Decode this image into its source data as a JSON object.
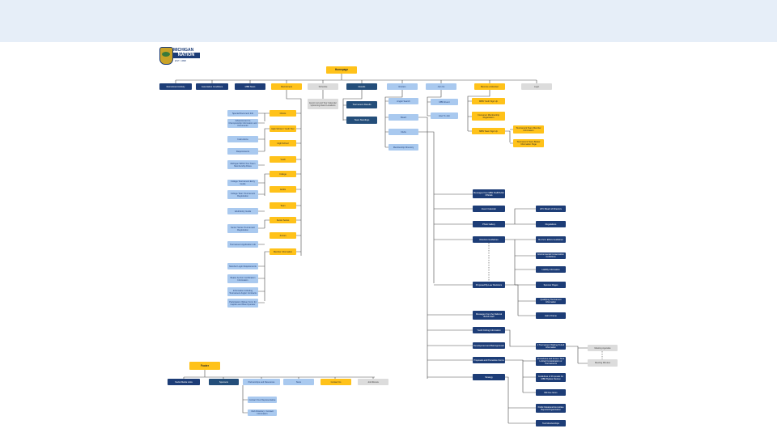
{
  "logo": {
    "line1": "MICHIGAN",
    "line2": "NATION",
    "line3": "EST. 1998"
  },
  "nodes": {
    "homepage": "Homepage",
    "top_1": "Recruitment Activity",
    "top_2": "Association Conditions",
    "top_3": "MBB News",
    "top_4": "Recruitment",
    "top_5": "Schedule",
    "top_6": "Results",
    "top_7": "Rosters",
    "top_8": "Join Us",
    "top_9": "Become a Member",
    "top_10": "Login",
    "sched_sub": "Event List and Tour Calendar Upcoming Event Locations",
    "res_1": "Tournament Results",
    "res_2": "Team Standings",
    "ros_1": "Angler Search",
    "ros_2": "Board",
    "ros_3": "Clubs",
    "ros_4": "Membership Directory",
    "join_1": "MBN Event",
    "join_2": "How To Join",
    "mem_1": "MBN Youth Sign Up",
    "mem_2": "Consumer Membership Registration",
    "mem_3": "MBN Team Sign Up",
    "mem_3a": "Tournament Team Member Information",
    "mem_3b": "Tournament Team Boater Information Page",
    "mid_1": "Clinics",
    "mid_2": "High School / Youth Tour",
    "mid_3": "High School",
    "mid_4": "Youth",
    "mid_5": "College",
    "mid_6": "Adults",
    "mid_7": "Team",
    "mid_8": "Senior Series",
    "mid_9": "Juniors",
    "mid_10": "Member Information",
    "left_1": "Special Document Info",
    "left_2": "Advancement to Championship Information and Documents",
    "left_3": "Instructions",
    "left_4": "Requirements",
    "left_5": "Michigan BASS Tour Team Membership Rules",
    "left_6": "College Tournament Entry Guide",
    "left_7": "College Team Tournament Registration",
    "left_8": "Adult Entry Guide",
    "left_9": "Senior Series Tournament Registration",
    "left_10": "Tournament Application Info",
    "left_11": "Member Login Requirements",
    "left_12": "Boater Anchor Certification Information",
    "left_13": "Information Including Tournament Angler Contracts",
    "left_14": "Participation Waiver Form for Captain and Boat Operator",
    "right_1": "Messages from MBN Staff/Public Officials",
    "right_2": "Event Calendar",
    "right_3": "Photo Gallery",
    "right_4": "Directors Guidelines",
    "right_5": "Proposed By-Law Revisions",
    "right_6": "Messages from the National BASS Staff",
    "right_7": "Youth Fishing Information",
    "right_8": "Development and Bait Approvals",
    "right_9": "Proposals and Procedure Forms",
    "right_10": "Strategy",
    "far_1": "HTC Board of Directors",
    "far_2": "Regulations",
    "far_3": "B.A.S.S. Ethics Guidelines",
    "far_4": "Environmental Conservation Guidelines",
    "far_5": "Liability Information",
    "far_6": "Sponsor Pages",
    "far_7": "Qualifying Tournament Information",
    "far_8": "Hall of Fame",
    "far_9": "2 Tournament Waiting Period Information",
    "far_10": "Procedures and Forms: Time Limited Consideration or Tournaments",
    "far_11": "Guidelines of Proposals for MBN Bylaws Review",
    "far_12": "Bill Due Items",
    "far_13": "Public Relations/Committee Reports/Organization",
    "far_14": "Tool Memberships",
    "gray_1": "Meeting Agendas",
    "gray_2": "Meeting Minutes",
    "footer": "Footer",
    "foot_1": "Social Media Links",
    "foot_2": "Sponsors",
    "foot_3": "Partnerships and Resources",
    "foot_4": "Store",
    "foot_5": "Contact Us",
    "foot_6": "Join/Renew",
    "foot_sub_1": "Contact Your Representative",
    "foot_sub_2": "Club Directory / Contact Information"
  }
}
